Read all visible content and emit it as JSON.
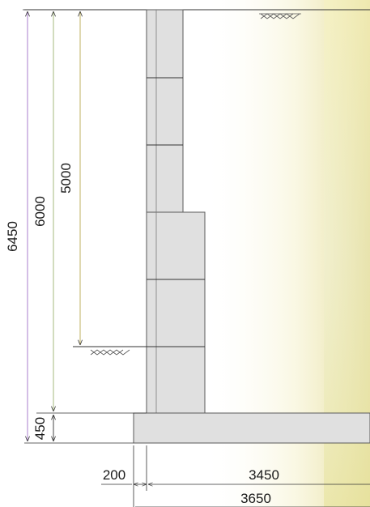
{
  "dimensions": {
    "total_height": "6450",
    "wall_height": "6000",
    "retained_height": "5000",
    "footing_thickness": "450",
    "toe_width": "200",
    "heel_width": "3450",
    "footing_width": "3650"
  },
  "colors": {
    "concrete": "#e0e0e0",
    "concrete_edge": "#5a5a5a",
    "dim_line": "#333333",
    "leader_purple": "#a070c8",
    "leader_green": "#9ab070",
    "leader_olive": "#b8a850",
    "background_tint": "#e8e4a8"
  }
}
